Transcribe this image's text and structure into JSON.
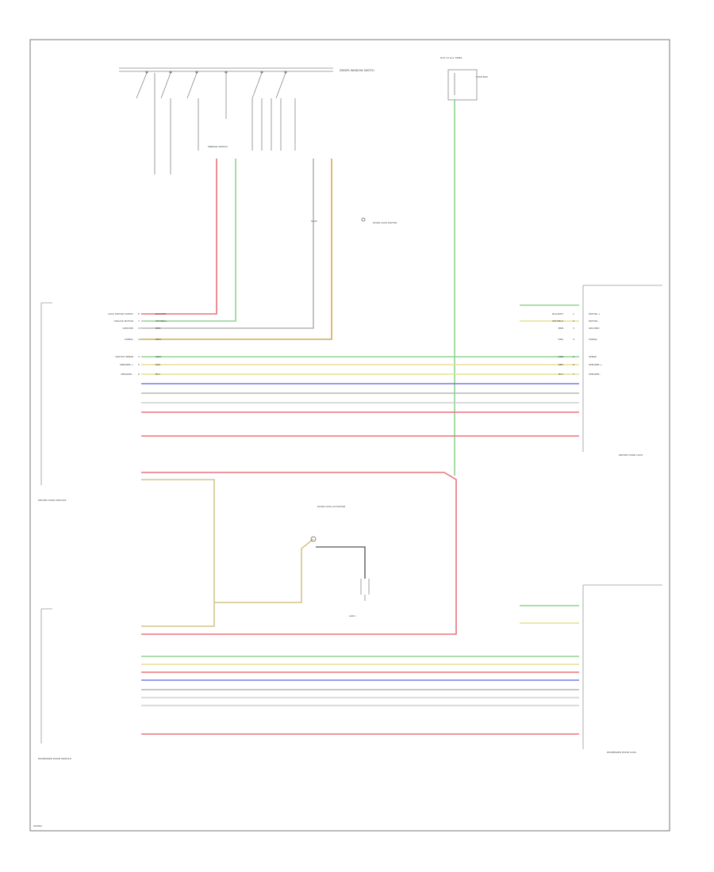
{
  "diagram_id": "W5969",
  "colors": {
    "red": "#e8747c",
    "green": "#8fd48f",
    "yellow": "#e6e090",
    "blue": "#7a7ae6",
    "gray": "#b5b5b5",
    "orange": "#d7a84e",
    "tan": "#d4c48a",
    "brown": "#6e6e6e"
  },
  "titles": {
    "driver_door_module": "DRIVER DOOR MODULE",
    "driver_lock": "DRIVER DOOR LOCK",
    "passenger_door_module": "PASSENGER DOOR MODULE",
    "passenger_lock": "PASSENGER DOOR LOCK",
    "mirror_switch": "MIRROR SWITCH",
    "window_switch": "DRIVER WINDOW SWITCH",
    "fuse_box": "FUSE BOX",
    "power_supply": "HOT AT ALL TIMES",
    "ground": "G401",
    "pad_motor": "DOOR LOCK MOTOR",
    "splice": "S203",
    "actuator": "DOOR LOCK ACTUATOR"
  },
  "driver_rows": [
    {
      "label": "LOCK MOTOR SUPPLY",
      "pin": "8",
      "wire": "BLK/WHT",
      "rpin": "1",
      "rlabel": "MOTOR +"
    },
    {
      "label": "UNLOCK MOTOR",
      "pin": "7",
      "wire": "WHT/BLU",
      "rpin": "2",
      "rlabel": "MOTOR -"
    },
    {
      "label": "GROUND",
      "pin": "17",
      "wire": "BRN",
      "rpin": "3",
      "rlabel": "GROUND"
    },
    {
      "label": "SIGNAL",
      "pin": "12",
      "wire": "ORG",
      "rpin": "4",
      "rlabel": "SIGNAL"
    },
    {
      "label": "SWITCH SENSE",
      "pin": "3",
      "wire": "GRN",
      "rpin": "5",
      "rlabel": "SENSE"
    },
    {
      "label": "SPEAKER +",
      "pin": "5",
      "wire": "RED",
      "rpin": "6",
      "rlabel": "SPEAKER +"
    },
    {
      "label": "SPEAKER -",
      "pin": "6",
      "wire": "BLU",
      "rpin": "7",
      "rlabel": "SPEAKER -"
    }
  ]
}
